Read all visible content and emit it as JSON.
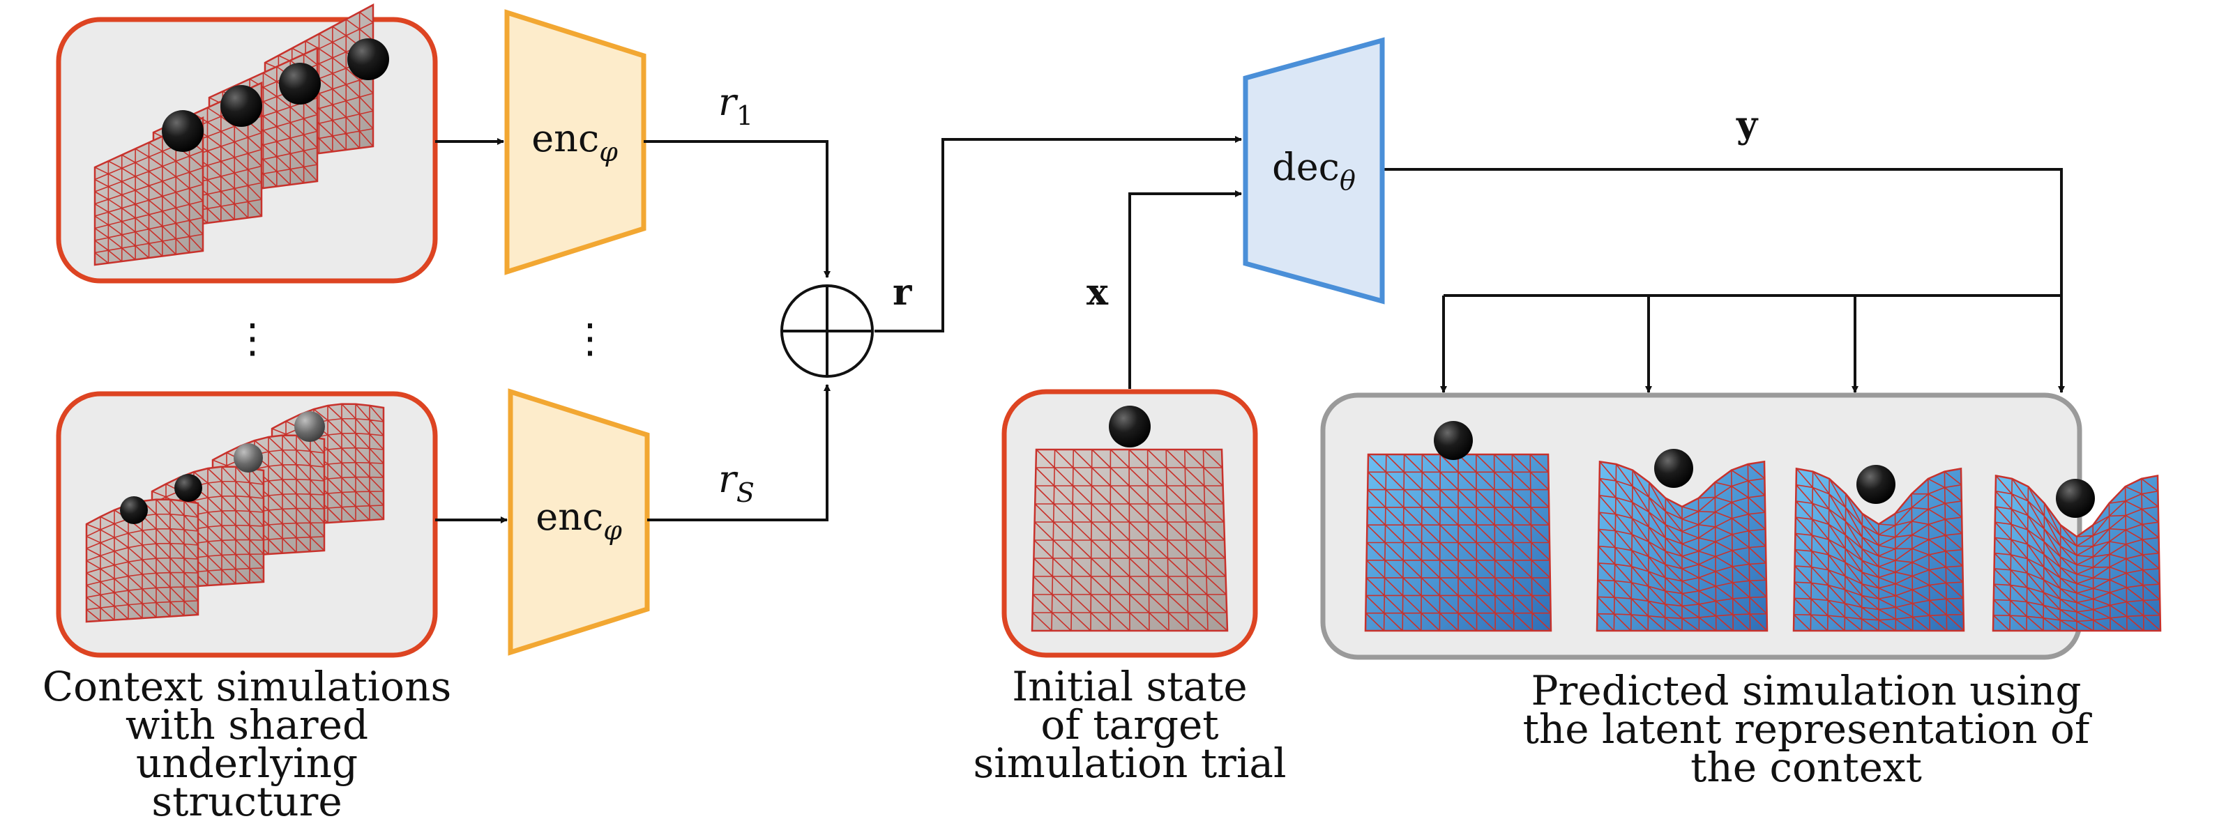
{
  "encoders": [
    {
      "label": "enc",
      "subscript": "φ"
    },
    {
      "label": "enc",
      "subscript": "φ"
    }
  ],
  "decoder": {
    "label": "dec",
    "subscript": "θ"
  },
  "variables": {
    "r1": {
      "name": "r",
      "subscript": "1"
    },
    "rS": {
      "name": "r",
      "subscript": "S"
    },
    "r": "r",
    "x": "x",
    "y": "y"
  },
  "ellipsis": "⋮",
  "captions": {
    "context": "Context simulations\nwith shared underlying\nstructure",
    "initial": "Initial state\nof target\nsimulation trial",
    "predicted": "Predicted simulation using\nthe latent representation of\nthe context"
  },
  "colors": {
    "context_border": "#dd4422",
    "panel_fill": "#ebebeb",
    "encoder_fill": "#fdeccb",
    "encoder_border": "#f2a732",
    "decoder_fill": "#dbe7f6",
    "decoder_border": "#4a8fd8",
    "prediction_border": "#9a9a9a",
    "mesh_line": "#c8322c",
    "cloth_grey": "#c4bbb7",
    "cloth_blue": "#4d9ee0"
  }
}
